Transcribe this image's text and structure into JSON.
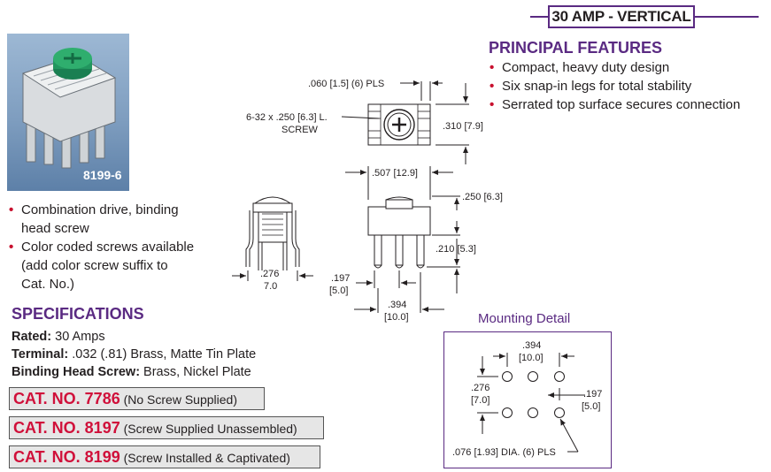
{
  "header": {
    "title": "30 AMP - VERTICAL",
    "line_color": "#5a2a82"
  },
  "photo": {
    "label": "8199-6",
    "screw_color": "#1f8a5a"
  },
  "left_features": [
    "Combination drive, binding head screw",
    "Color coded screws available (add color screw suffix to Cat. No.)"
  ],
  "principal_features": {
    "title": "PRINCIPAL FEATURES",
    "items": [
      "Compact, heavy duty design",
      "Six snap-in legs for total stability",
      "Serrated top surface secures connection"
    ]
  },
  "specifications": {
    "title": "SPECIFICATIONS",
    "rows": [
      {
        "label": "Rated:",
        "value": " 30 Amps"
      },
      {
        "label": "Terminal:",
        "value": " .032 (.81) Brass, Matte Tin Plate"
      },
      {
        "label": "Binding Head Screw:",
        "value": " Brass, Nickel Plate"
      }
    ]
  },
  "catalog": [
    {
      "prefix": "CAT. NO. 7786",
      "desc": " (No Screw Supplied)"
    },
    {
      "prefix": "CAT. NO. 8197",
      "desc": " (Screw Supplied Unassembled)"
    },
    {
      "prefix": "CAT. NO. 8199",
      "desc": " (Screw Installed & Captivated)"
    }
  ],
  "drawing": {
    "dim_060": ".060 [1.5] (6) PLS",
    "screw_l1": "6-32 x .250 [6.3] L.",
    "screw_l2": "SCREW",
    "dim_310": ".310 [7.9]",
    "dim_507": ".507 [12.9]",
    "dim_250": ".250 [6.3]",
    "dim_210": ".210 [5.3]",
    "dim_276a": ".276",
    "dim_276b": "7.0",
    "dim_197a": ".197",
    "dim_197b": "[5.0]",
    "dim_394a": ".394",
    "dim_394b": "[10.0]"
  },
  "mounting": {
    "title": "Mounting Detail",
    "dim_394a": ".394",
    "dim_394b": "[10.0]",
    "dim_276a": ".276",
    "dim_276b": "[7.0]",
    "dim_197a": ".197",
    "dim_197b": "[5.0]",
    "hole_note": ".076 [1.93] DIA. (6) PLS"
  }
}
